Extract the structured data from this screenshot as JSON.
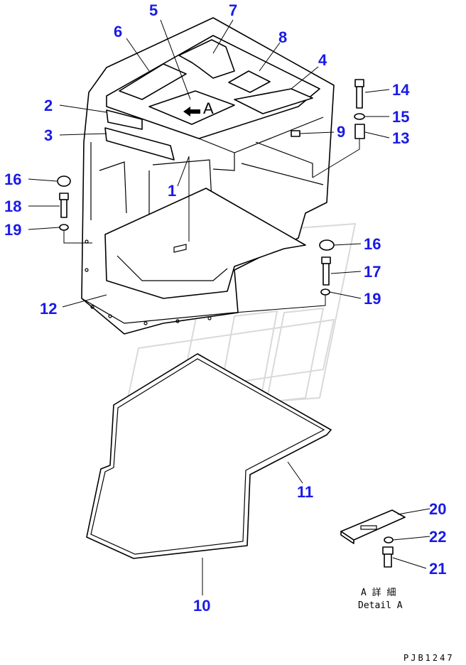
{
  "diagram": {
    "callouts": [
      {
        "id": "c1",
        "label": "1"
      },
      {
        "id": "c2",
        "label": "2"
      },
      {
        "id": "c3",
        "label": "3"
      },
      {
        "id": "c4",
        "label": "4"
      },
      {
        "id": "c5",
        "label": "5"
      },
      {
        "id": "c6",
        "label": "6"
      },
      {
        "id": "c7",
        "label": "7"
      },
      {
        "id": "c8",
        "label": "8"
      },
      {
        "id": "c9",
        "label": "9"
      },
      {
        "id": "c10",
        "label": "10"
      },
      {
        "id": "c11",
        "label": "11"
      },
      {
        "id": "c12",
        "label": "12"
      },
      {
        "id": "c13",
        "label": "13"
      },
      {
        "id": "c14",
        "label": "14"
      },
      {
        "id": "c15",
        "label": "15"
      },
      {
        "id": "c16a",
        "label": "16"
      },
      {
        "id": "c16b",
        "label": "16"
      },
      {
        "id": "c17",
        "label": "17"
      },
      {
        "id": "c18",
        "label": "18"
      },
      {
        "id": "c19a",
        "label": "19"
      },
      {
        "id": "c19b",
        "label": "19"
      },
      {
        "id": "c20",
        "label": "20"
      },
      {
        "id": "c21",
        "label": "21"
      },
      {
        "id": "c22",
        "label": "22"
      }
    ],
    "view_marker": "A",
    "detail_caption_jp": "A 詳 細",
    "detail_caption_en": "Detail A",
    "drawing_code": "PJB1247",
    "callout_color": "#1a1ae6",
    "line_color": "#000000",
    "watermark_color": "#d9d9d9"
  }
}
